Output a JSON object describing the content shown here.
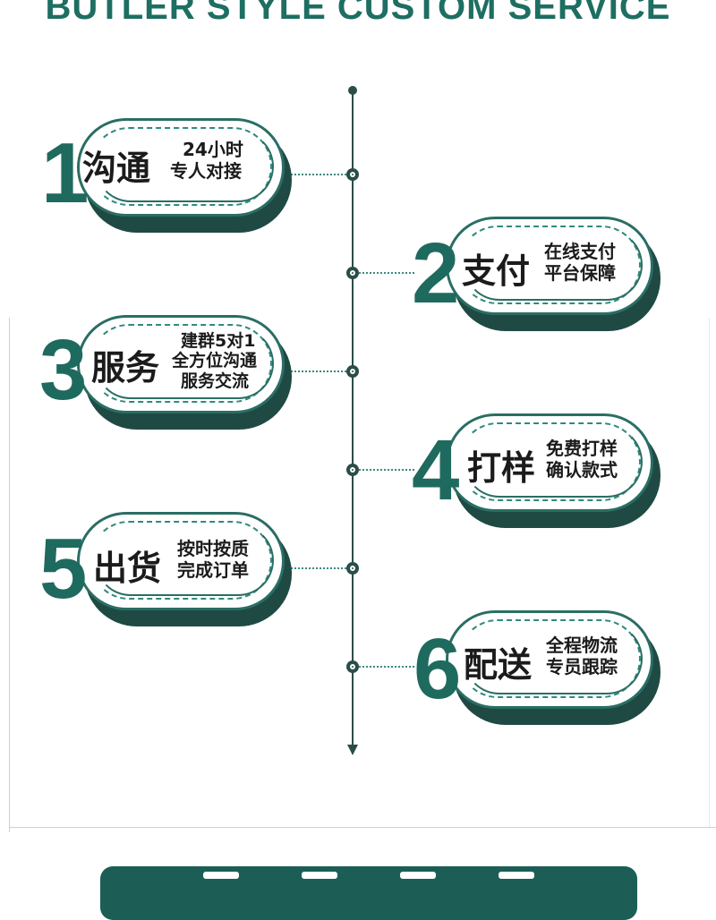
{
  "page": {
    "title": "BUTLER STYLE CUSTOM SERVICE"
  },
  "colors": {
    "accent": "#1f6a5f",
    "dark": "#1f4a44",
    "text": "#1b1b1b"
  },
  "steps": [
    {
      "number": "1",
      "label": "沟通",
      "lines": [
        "24小时",
        "专人对接"
      ]
    },
    {
      "number": "2",
      "label": "支付",
      "lines": [
        "在线支付",
        "平台保障"
      ]
    },
    {
      "number": "3",
      "label": "服务",
      "lines": [
        "建群5对1",
        "全方位沟通",
        "服务交流"
      ]
    },
    {
      "number": "4",
      "label": "打样",
      "lines": [
        "免费打样",
        "确认款式"
      ]
    },
    {
      "number": "5",
      "label": "出货",
      "lines": [
        "按时按质",
        "完成订单"
      ]
    },
    {
      "number": "6",
      "label": "配送",
      "lines": [
        "全程物流",
        "专员跟踪"
      ]
    }
  ]
}
